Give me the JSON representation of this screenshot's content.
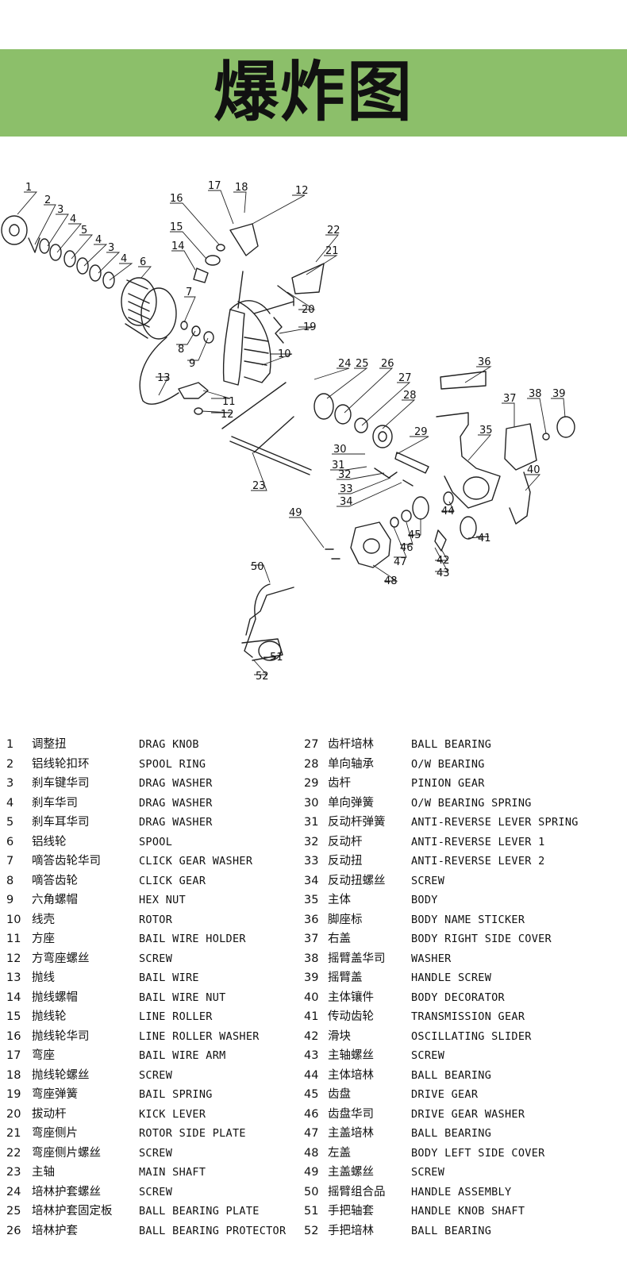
{
  "banner": {
    "title": "爆炸图"
  },
  "diagram": {
    "callouts": [
      "1",
      "2",
      "3",
      "4",
      "5",
      "4",
      "3",
      "4",
      "6",
      "7",
      "8",
      "9",
      "10",
      "11",
      "12",
      "13",
      "14",
      "15",
      "16",
      "17",
      "18",
      "12",
      "19",
      "20",
      "21",
      "22",
      "23",
      "24",
      "25",
      "26",
      "27",
      "28",
      "29",
      "30",
      "31",
      "32",
      "33",
      "34",
      "35",
      "36",
      "37",
      "38",
      "39",
      "40",
      "41",
      "42",
      "43",
      "44",
      "45",
      "46",
      "47",
      "48",
      "49",
      "50",
      "51",
      "52"
    ]
  },
  "legend": {
    "left": [
      {
        "num": "1",
        "zh": "调整扭",
        "en": "DRAG KNOB"
      },
      {
        "num": "2",
        "zh": "铝线轮扣环",
        "en": "SPOOL RING"
      },
      {
        "num": "3",
        "zh": "刹车键华司",
        "en": "DRAG WASHER"
      },
      {
        "num": "4",
        "zh": "刹车华司",
        "en": "DRAG WASHER"
      },
      {
        "num": "5",
        "zh": "刹车耳华司",
        "en": "DRAG WASHER"
      },
      {
        "num": "6",
        "zh": "铝线轮",
        "en": "SPOOL"
      },
      {
        "num": "7",
        "zh": "嘀答齿轮华司",
        "en": "CLICK GEAR WASHER"
      },
      {
        "num": "8",
        "zh": "嘀答齿轮",
        "en": "CLICK GEAR"
      },
      {
        "num": "9",
        "zh": "六角螺帽",
        "en": "HEX NUT"
      },
      {
        "num": "10",
        "zh": "线壳",
        "en": "ROTOR"
      },
      {
        "num": "11",
        "zh": "方座",
        "en": "BAIL WIRE HOLDER"
      },
      {
        "num": "12",
        "zh": "方弯座螺丝",
        "en": "SCREW"
      },
      {
        "num": "13",
        "zh": "抛线",
        "en": "BAIL WIRE"
      },
      {
        "num": "14",
        "zh": "抛线螺帽",
        "en": "BAIL WIRE NUT"
      },
      {
        "num": "15",
        "zh": "抛线轮",
        "en": "LINE ROLLER"
      },
      {
        "num": "16",
        "zh": "抛线轮华司",
        "en": "LINE ROLLER WASHER"
      },
      {
        "num": "17",
        "zh": "弯座",
        "en": "BAIL WIRE ARM"
      },
      {
        "num": "18",
        "zh": "抛线轮螺丝",
        "en": "SCREW"
      },
      {
        "num": "19",
        "zh": "弯座弹簧",
        "en": "BAIL SPRING"
      },
      {
        "num": "20",
        "zh": "拔动杆",
        "en": "KICK LEVER"
      },
      {
        "num": "21",
        "zh": "弯座侧片",
        "en": "ROTOR SIDE PLATE"
      },
      {
        "num": "22",
        "zh": "弯座侧片螺丝",
        "en": "SCREW"
      },
      {
        "num": "23",
        "zh": "主轴",
        "en": "MAIN SHAFT"
      },
      {
        "num": "24",
        "zh": "培林护套螺丝",
        "en": "SCREW"
      },
      {
        "num": "25",
        "zh": "培林护套固定板",
        "en": "BALL BEARING PLATE"
      },
      {
        "num": "26",
        "zh": "培林护套",
        "en": "BALL BEARING PROTECTOR"
      }
    ],
    "right": [
      {
        "num": "27",
        "zh": "齿杆培林",
        "en": "BALL BEARING"
      },
      {
        "num": "28",
        "zh": "单向轴承",
        "en": "O/W BEARING"
      },
      {
        "num": "29",
        "zh": "齿杆",
        "en": "PINION GEAR"
      },
      {
        "num": "30",
        "zh": "单向弹簧",
        "en": "O/W BEARING SPRING"
      },
      {
        "num": "31",
        "zh": "反动杆弹簧",
        "en": "ANTI-REVERSE LEVER SPRING"
      },
      {
        "num": "32",
        "zh": "反动杆",
        "en": "ANTI-REVERSE LEVER 1"
      },
      {
        "num": "33",
        "zh": "反动扭",
        "en": "ANTI-REVERSE LEVER 2"
      },
      {
        "num": "34",
        "zh": "反动扭螺丝",
        "en": "SCREW"
      },
      {
        "num": "35",
        "zh": "主体",
        "en": "BODY"
      },
      {
        "num": "36",
        "zh": "脚座标",
        "en": "BODY NAME STICKER"
      },
      {
        "num": "37",
        "zh": "右盖",
        "en": "BODY RIGHT SIDE COVER"
      },
      {
        "num": "38",
        "zh": "摇臂盖华司",
        "en": "WASHER"
      },
      {
        "num": "39",
        "zh": "摇臂盖",
        "en": "HANDLE SCREW"
      },
      {
        "num": "40",
        "zh": "主体镶件",
        "en": "BODY DECORATOR"
      },
      {
        "num": "41",
        "zh": "传动齿轮",
        "en": "TRANSMISSION GEAR"
      },
      {
        "num": "42",
        "zh": "滑块",
        "en": "OSCILLATING SLIDER"
      },
      {
        "num": "43",
        "zh": "主轴螺丝",
        "en": "SCREW"
      },
      {
        "num": "44",
        "zh": "主体培林",
        "en": "BALL BEARING"
      },
      {
        "num": "45",
        "zh": "齿盘",
        "en": "DRIVE GEAR"
      },
      {
        "num": "46",
        "zh": "齿盘华司",
        "en": "DRIVE GEAR WASHER"
      },
      {
        "num": "47",
        "zh": "主盖培林",
        "en": "BALL BEARING"
      },
      {
        "num": "48",
        "zh": "左盖",
        "en": "BODY LEFT SIDE COVER"
      },
      {
        "num": "49",
        "zh": "主盖螺丝",
        "en": "SCREW"
      },
      {
        "num": "50",
        "zh": "摇臂组合品",
        "en": "HANDLE ASSEMBLY"
      },
      {
        "num": "51",
        "zh": "手把轴套",
        "en": "HANDLE KNOB SHAFT"
      },
      {
        "num": "52",
        "zh": "手把培林",
        "en": "BALL BEARING"
      }
    ]
  }
}
